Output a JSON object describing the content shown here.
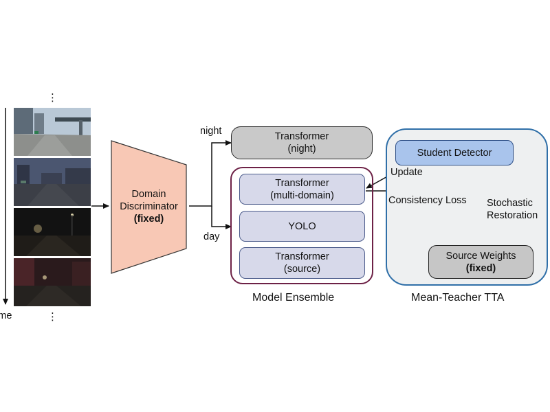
{
  "time_axis": {
    "label": "time",
    "dots_top": "⋮",
    "dots_bottom": "⋮"
  },
  "frames": [
    {
      "name": "frame-day",
      "sky": "#b9c8d6",
      "road": "#8d8f8c"
    },
    {
      "name": "frame-dusk",
      "sky": "#4b5670",
      "road": "#3c3f47"
    },
    {
      "name": "frame-night",
      "sky": "#121212",
      "road": "#1f1c18"
    },
    {
      "name": "frame-night-red",
      "sky": "#2a1a1c",
      "road": "#25221f"
    }
  ],
  "discriminator": {
    "line1": "Domain",
    "line2": "Discriminator",
    "line3": "(fixed)",
    "color": "#f8c8b5"
  },
  "branches": {
    "night": "night",
    "day": "day"
  },
  "night_model": {
    "line1": "Transformer",
    "line2": "(night)",
    "color": "#c9c9c9"
  },
  "ensemble": {
    "caption": "Model Ensemble",
    "border_color": "#6d2146",
    "models": [
      {
        "line1": "Transformer",
        "line2": "(multi-domain)"
      },
      {
        "line1": "YOLO",
        "line2": ""
      },
      {
        "line1": "Transformer",
        "line2": "(source)"
      }
    ]
  },
  "tta": {
    "caption": "Mean-Teacher TTA",
    "border_color": "#2f6fa8",
    "student": {
      "label": "Student Detector",
      "color": "#a9c4ec"
    },
    "source_weights": {
      "line1": "Source Weights",
      "line2": "(fixed)",
      "color": "#c6c6c6"
    },
    "update_label": "Update",
    "consistency_label": "Consistency Loss",
    "stochastic_line1": "Stochastic",
    "stochastic_line2": "Restoration"
  }
}
